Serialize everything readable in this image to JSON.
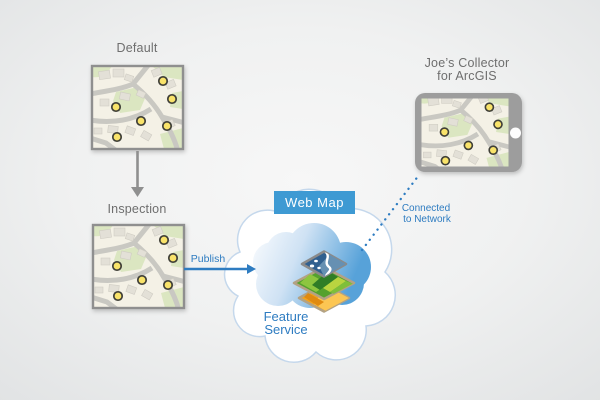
{
  "labels": {
    "default": "Default",
    "inspection": "Inspection",
    "publish": "Publish",
    "web_map": "Web Map",
    "feature_service": {
      "line1": "Feature",
      "line2": "Service"
    },
    "device": {
      "line1": "Joe’s Collector",
      "line2": "for ArcGIS"
    },
    "connected": {
      "line1": "Connected",
      "line2": "to Network"
    }
  },
  "colors": {
    "accent_blue": "#2e7cc1",
    "webmap_box": "#3e9ad3",
    "label_gray": "#6e6e6e",
    "cloud_outline": "#c5d8ec",
    "tablet_body": "#9d9d9d",
    "marker_yellow": "#f9e36a"
  },
  "icons": {
    "map_thumbnail": "map-tile-icon",
    "down_arrow": "arrow-down-icon",
    "publish_arrow": "arrow-right-icon",
    "outer_cloud": "cloud-outline-icon",
    "inner_cloud": "cloud-icon",
    "layers": "layer-stack-icon",
    "tablet": "tablet-icon",
    "home_button": "home-button-icon",
    "network_link": "dotted-connection-line"
  }
}
